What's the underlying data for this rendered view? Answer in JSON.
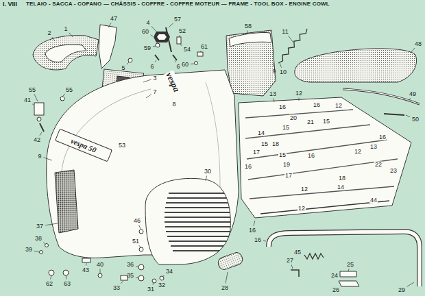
{
  "diagram": {
    "title": "TELAIO - SACCA - COFANO — CHÂSSIS - COFFRE - COFFRE MOTEUR — FRAME - TOOL BOX - ENGINE COWL",
    "labels": [
      "I. VIII",
      "47",
      "1",
      "2",
      "4",
      "57",
      "60",
      "52",
      "58",
      "11",
      "59",
      "54",
      "61",
      "48",
      "60",
      "5",
      "6",
      "6",
      "9",
      "10",
      "3",
      "vespa",
      "7",
      "55",
      "55",
      "13",
      "12",
      "49",
      "41",
      "8",
      "16",
      "16",
      "12",
      "50",
      "20",
      "21",
      "15",
      "15",
      "14",
      "42",
      "15",
      "18",
      "16",
      "13",
      "12",
      "53",
      "17",
      "15",
      "16",
      "9",
      "vespa 50",
      "19",
      "22",
      "16",
      "23",
      "17",
      "30",
      "18",
      "14",
      "12",
      "44",
      "12",
      "16",
      "46",
      "37",
      "16",
      "38",
      "51",
      "39",
      "45",
      "27",
      "25",
      "36",
      "43",
      "40",
      "34",
      "24",
      "35",
      "32",
      "62",
      "63",
      "28",
      "33",
      "31",
      "26",
      "29"
    ]
  }
}
